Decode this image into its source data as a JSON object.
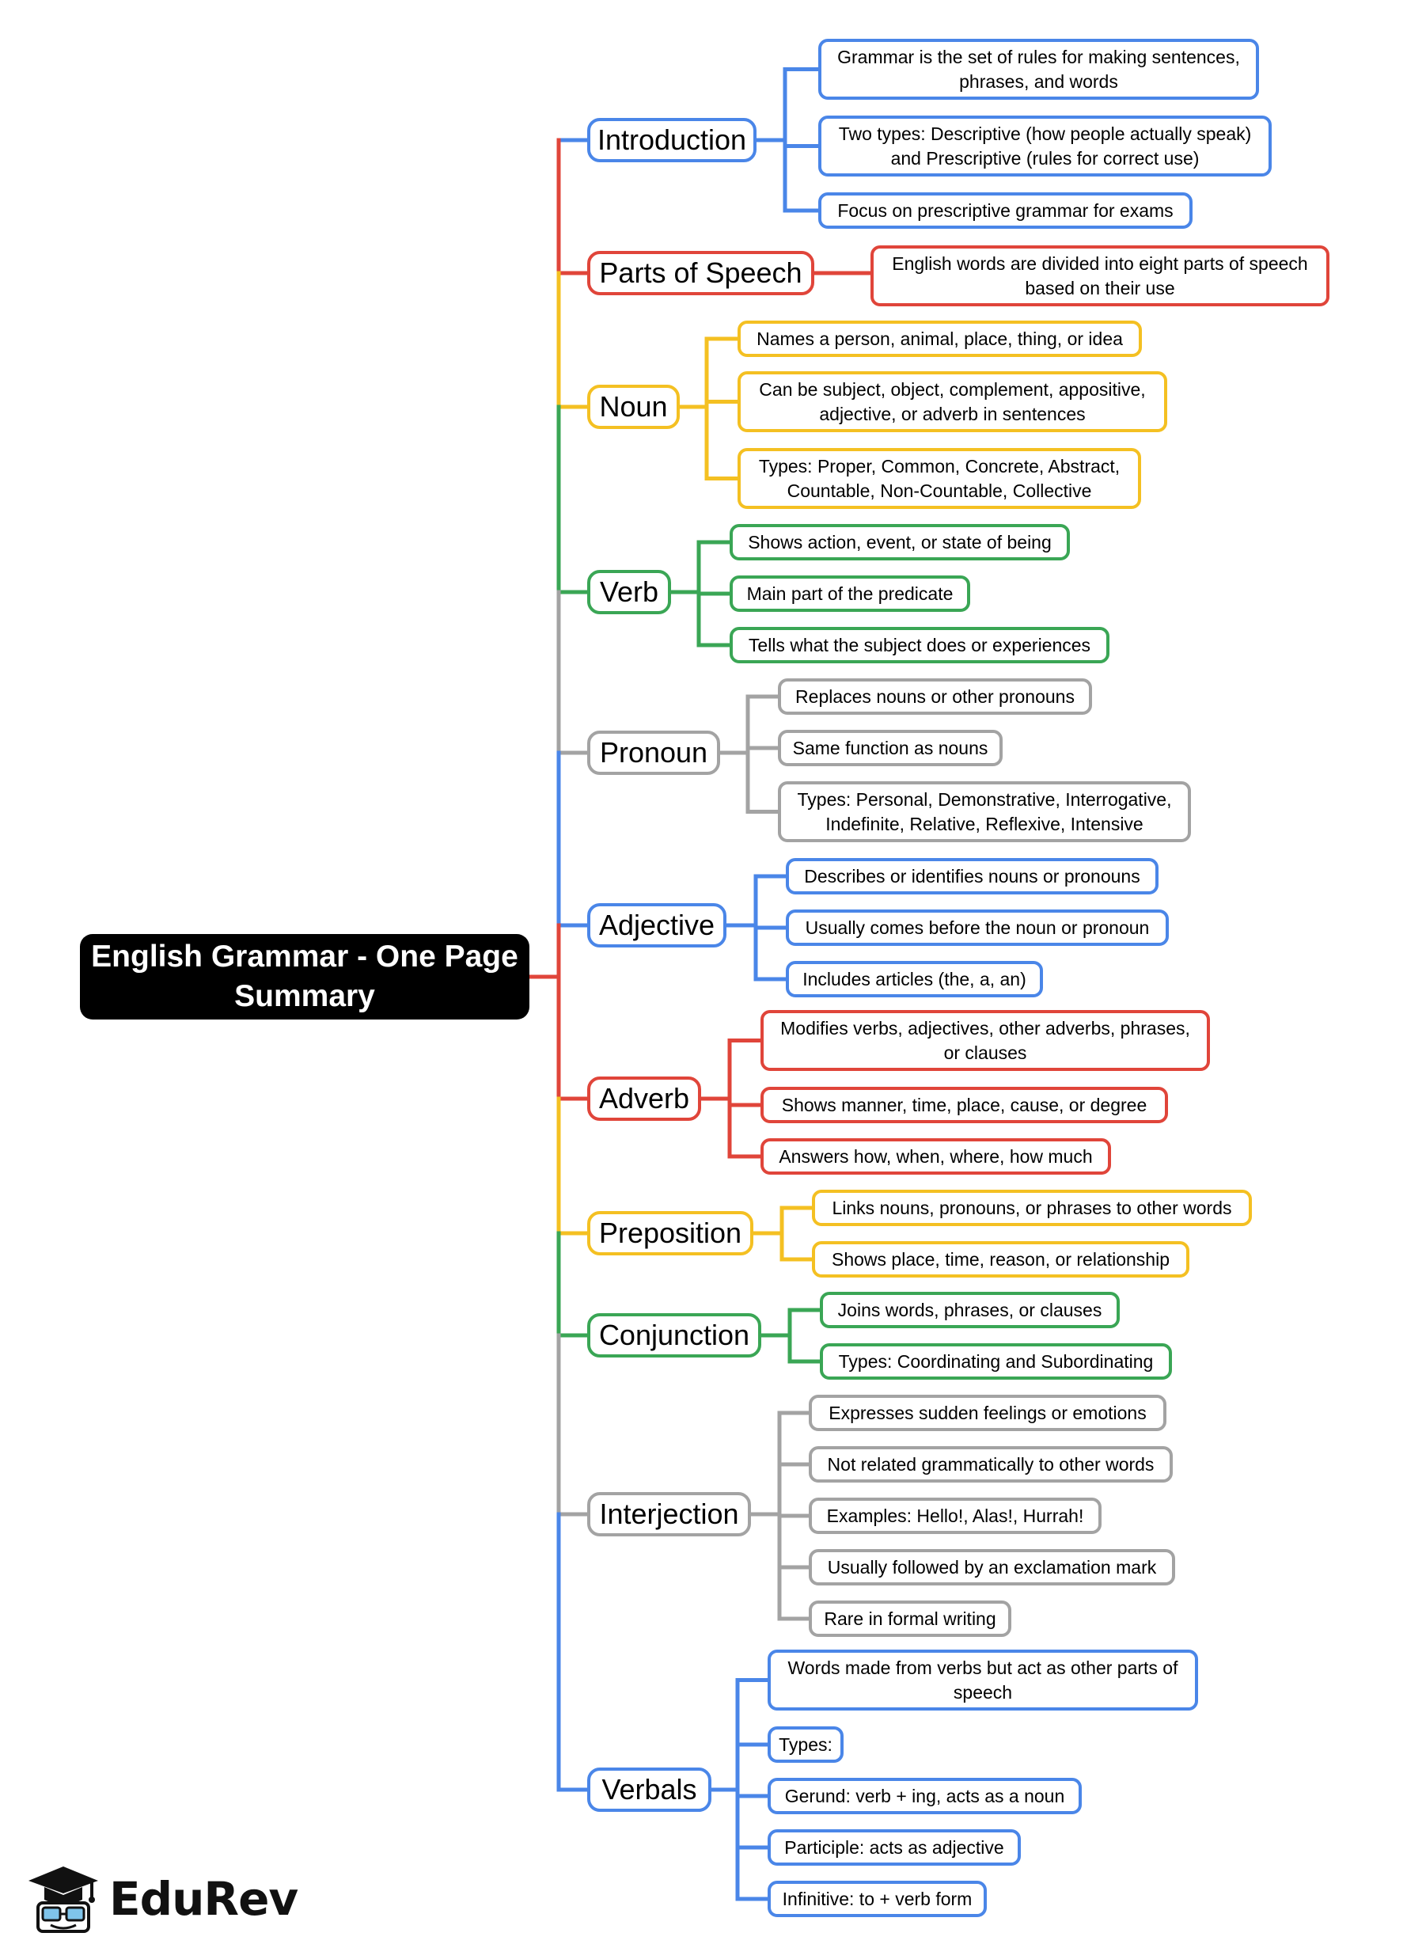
{
  "title": "English Grammar - One Page Summary",
  "brand": "EduRev",
  "colors": {
    "blue": "#4a86e8",
    "red": "#e0453a",
    "yellow": "#f4c022",
    "green": "#3aa655",
    "gray": "#a3a3a3",
    "root": "#000000"
  },
  "branches": [
    {
      "label": "Introduction",
      "color": "#4a86e8",
      "children": [
        "Grammar is the set of rules for making sentences, phrases, and words",
        "Two types: Descriptive (how people actually speak) and Prescriptive (rules for correct use)",
        "Focus on prescriptive grammar for exams"
      ]
    },
    {
      "label": "Parts of Speech",
      "color": "#e0453a",
      "children": [
        "English words are divided into eight parts of speech based on their use"
      ]
    },
    {
      "label": "Noun",
      "color": "#f4c022",
      "children": [
        "Names a person, animal, place, thing, or idea",
        "Can be subject, object, complement, appositive, adjective, or adverb in sentences",
        "Types: Proper, Common, Concrete, Abstract, Countable, Non-Countable, Collective"
      ]
    },
    {
      "label": "Verb",
      "color": "#3aa655",
      "children": [
        "Shows action, event, or state of being",
        "Main part of the predicate",
        "Tells what the subject does or experiences"
      ]
    },
    {
      "label": "Pronoun",
      "color": "#a3a3a3",
      "children": [
        "Replaces nouns or other pronouns",
        "Same function as nouns",
        "Types: Personal, Demonstrative, Interrogative, Indefinite, Relative, Reflexive, Intensive"
      ]
    },
    {
      "label": "Adjective",
      "color": "#4a86e8",
      "children": [
        "Describes or identifies nouns or pronouns",
        "Usually comes before the noun or pronoun",
        "Includes articles (the, a, an)"
      ]
    },
    {
      "label": "Adverb",
      "color": "#e0453a",
      "children": [
        "Modifies verbs, adjectives, other adverbs, phrases, or clauses",
        "Shows manner, time, place, cause, or degree",
        "Answers how, when, where, how much"
      ]
    },
    {
      "label": "Preposition",
      "color": "#f4c022",
      "children": [
        "Links nouns, pronouns, or phrases to other words",
        "Shows place, time, reason, or relationship"
      ]
    },
    {
      "label": "Conjunction",
      "color": "#3aa655",
      "children": [
        "Joins words, phrases, or clauses",
        "Types: Coordinating and Subordinating"
      ]
    },
    {
      "label": "Interjection",
      "color": "#a3a3a3",
      "children": [
        "Expresses sudden feelings or emotions",
        "Not related grammatically to other words",
        "Examples: Hello!, Alas!, Hurrah!",
        "Usually followed by an exclamation mark",
        "Rare in formal writing"
      ]
    },
    {
      "label": "Verbals",
      "color": "#4a86e8",
      "children": [
        "Words made from verbs but act as other parts of speech",
        "Types:",
        "Gerund: verb + ing, acts as a noun",
        "Participle: acts as adjective",
        "Infinitive: to + verb form"
      ]
    }
  ]
}
